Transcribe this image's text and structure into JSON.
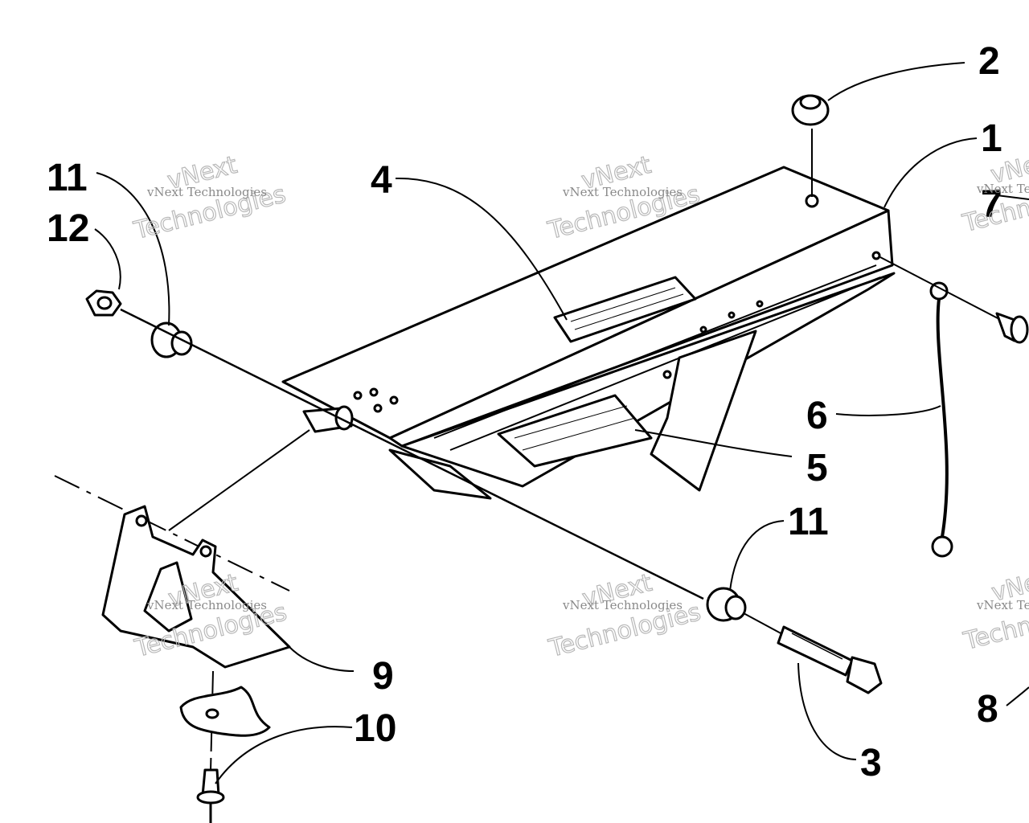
{
  "callouts": {
    "c1": "1",
    "c2": "2",
    "c3": "3",
    "c4": "4",
    "c5": "5",
    "c6": "6",
    "c7": "7",
    "c8": "8",
    "c9": "9",
    "c10": "10",
    "c11a": "11",
    "c11b": "11",
    "c12": "12"
  },
  "watermark": {
    "company": "vNext Technologies",
    "line1": "vNext",
    "line2": "Technologies"
  },
  "colors": {
    "ink": "#000000",
    "paper": "#ffffff",
    "watermark": "#b8b8b8"
  }
}
